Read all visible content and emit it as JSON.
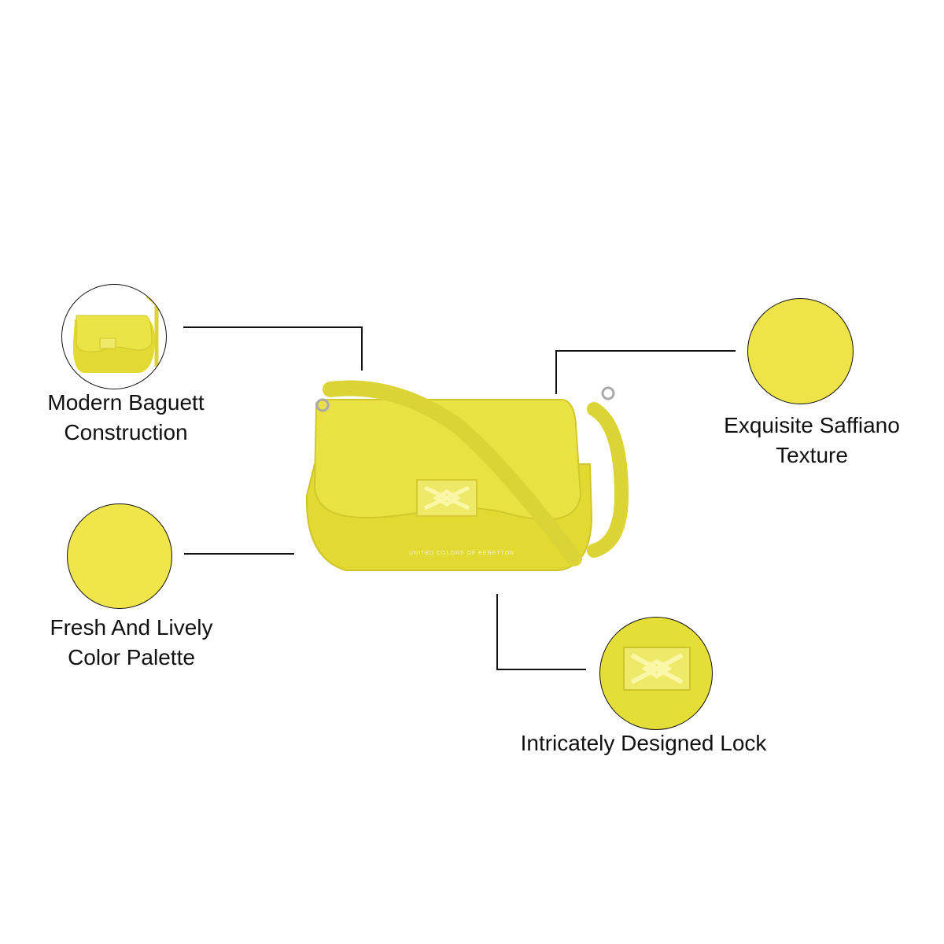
{
  "colors": {
    "bag": "#e6df3a",
    "bag_dark": "#cfc52a",
    "lock": "#efe96a",
    "line": "#111111"
  },
  "bag": {
    "brand_text": "UNITED COLORS OF BENETTON"
  },
  "features": [
    {
      "lines": [
        "Modern Baguett",
        "Construction"
      ],
      "icon": "mini-bag-image"
    },
    {
      "lines": [
        "Exquisite Saffiano",
        "Texture"
      ],
      "icon": "texture-swatch"
    },
    {
      "lines": [
        "Fresh And Lively",
        "Color Palette"
      ],
      "icon": "color-swatch"
    },
    {
      "lines": [
        "Intricately Designed Lock"
      ],
      "icon": "lock-closeup"
    }
  ]
}
